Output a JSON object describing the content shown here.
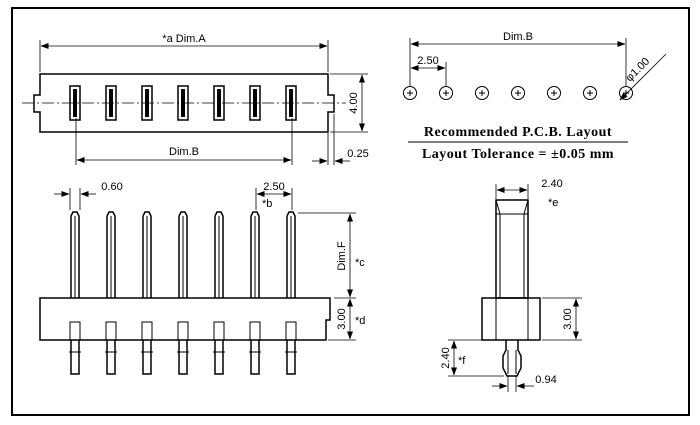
{
  "labels": {
    "dim_a": "*a Dim.A",
    "dim_b_top": "Dim.B",
    "dim_b_right": "Dim.B",
    "height_400": "4.00",
    "offset_025": "0.25",
    "pitch_250_pcb": "2.50",
    "hole_dia": "φ1.00",
    "pcb_title": "Recommended P.C.B. Layout",
    "pcb_tolerance": "Layout Tolerance = ±0.05 mm",
    "pin_width_060": "0.60",
    "pitch_250_front": "2.50",
    "star_b": "*b",
    "dim_f": "Dim.F",
    "star_c": "*c",
    "height_300_front": "3.00",
    "star_d": "*d",
    "width_240_side": "2.40",
    "star_e": "*e",
    "height_300_side": "3.00",
    "height_240_side": "2.40",
    "star_f": "*f",
    "tail_094": "0.94"
  },
  "pin_count": 7
}
